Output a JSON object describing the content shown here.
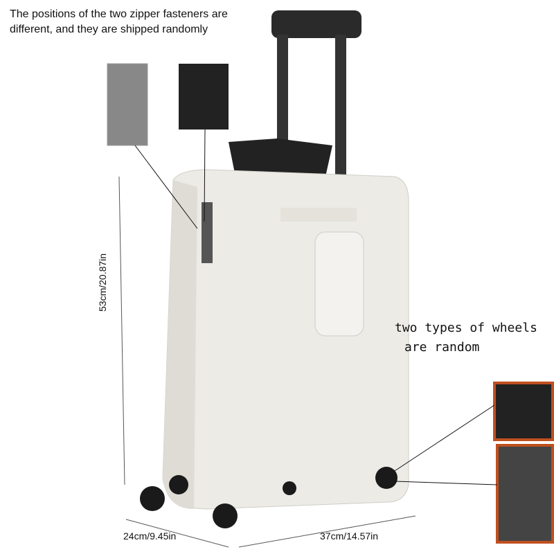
{
  "note": "The positions of the two zipper fasteners are different, and they are shipped randomly",
  "wheels_note": {
    "line1": "two types of wheels",
    "line2": "are random"
  },
  "dimensions": {
    "height": "53cm/20.87in",
    "depth": "24cm/9.45in",
    "width": "37cm/14.57in"
  },
  "colors": {
    "body": "#ecebe6",
    "handle": "#2a2a2a",
    "inset_border": "#c0501f"
  }
}
